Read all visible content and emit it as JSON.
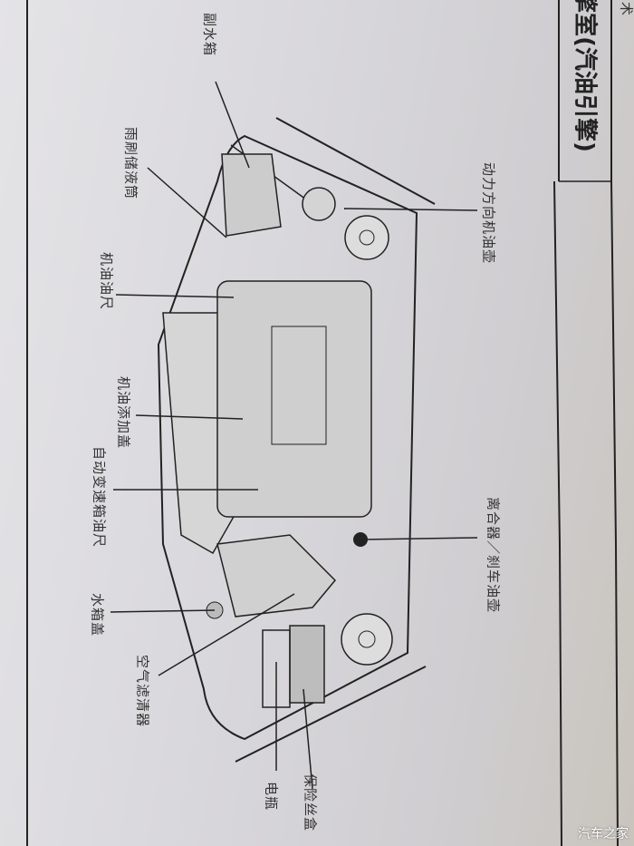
{
  "page": {
    "title": "擎室(汽油引擎)",
    "corner_text": "术",
    "watermark": "汽车之家"
  },
  "labels": {
    "reserve_tank": "副水箱",
    "washer_reservoir": "雨刷储液筒",
    "oil_dipstick": "机油油尺",
    "oil_filler_cap": "机油添加盖",
    "atf_dipstick": "自动变速箱油尺",
    "radiator_cap": "水箱盖",
    "air_cleaner": "空气滤清器",
    "battery": "电瓶",
    "fuse_box": "保险丝盒",
    "clutch_brake_reservoir": "离合器／刹车油壶",
    "power_steering_reservoir": "动力方向机油壶"
  }
}
